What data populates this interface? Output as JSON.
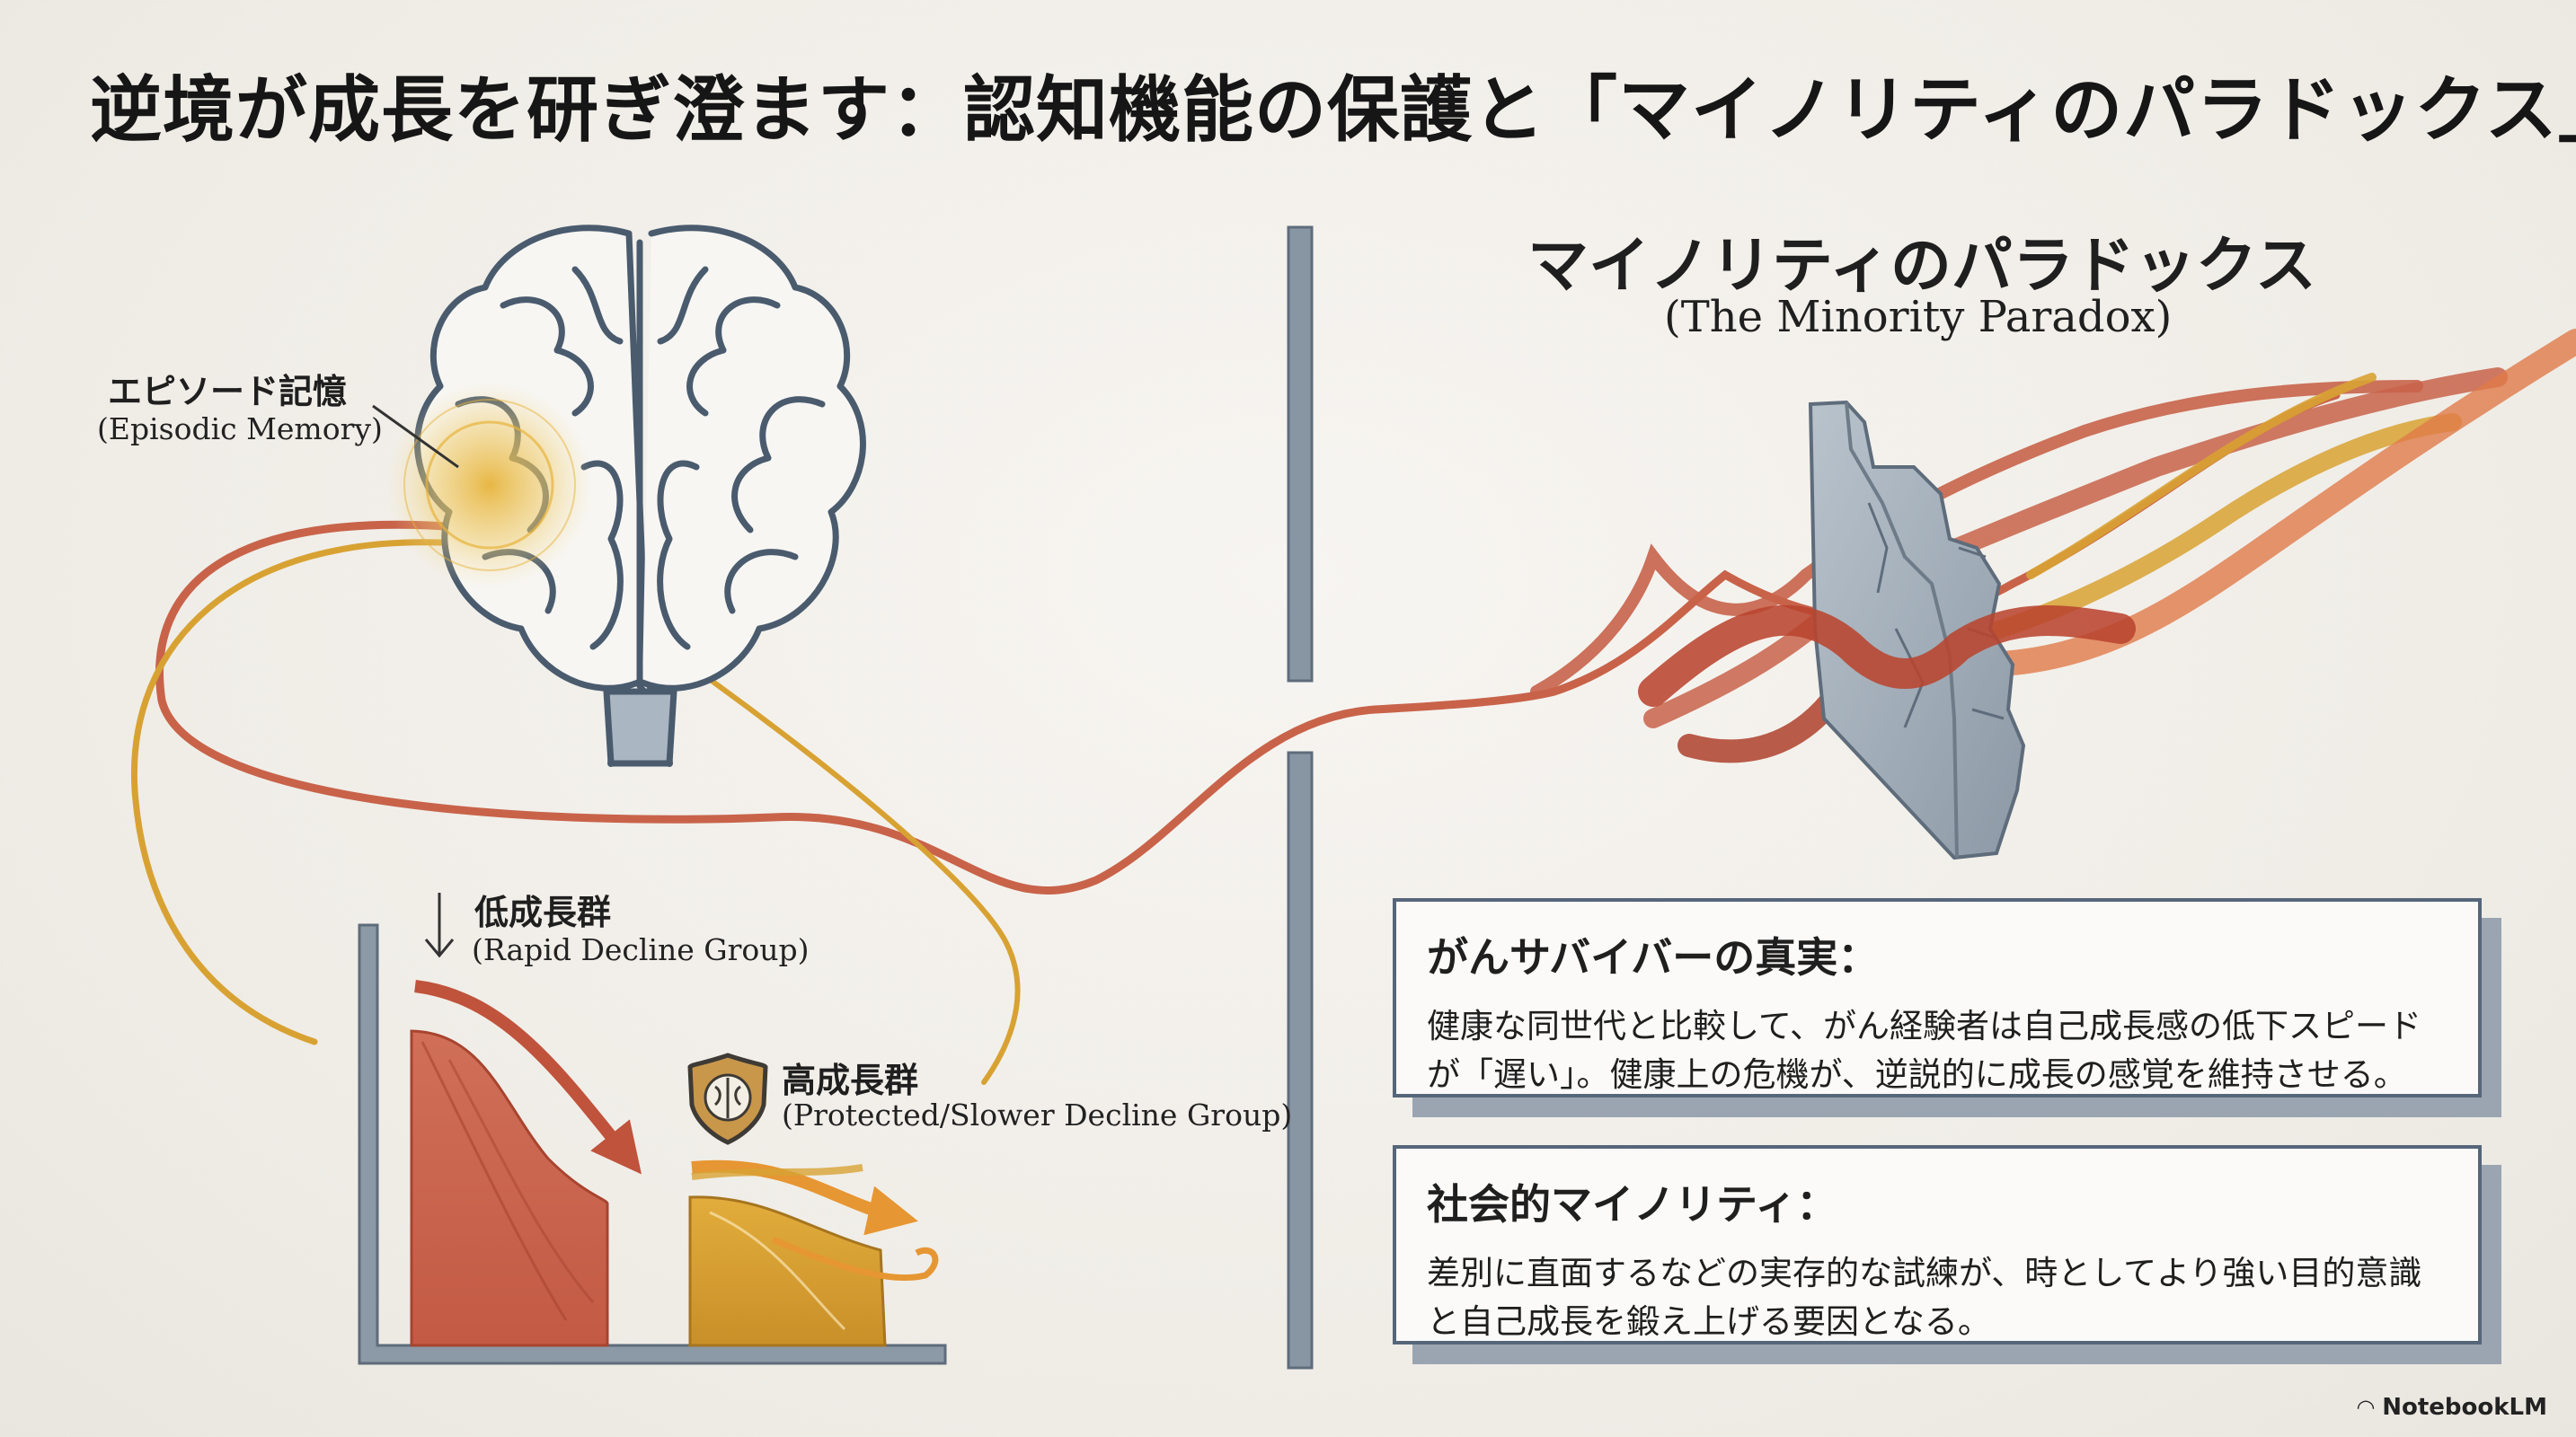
{
  "title": "逆境が成長を研ぎ澄ます：認知機能の保護と「マイノリティのパラドックス」",
  "left": {
    "brain_label_jp": "エピソード記憶",
    "brain_label_en": "(Episodic Memory)",
    "low_group_jp": "低成長群",
    "low_group_en": "(Rapid Decline Group)",
    "high_group_jp": "高成長群",
    "high_group_en": "(Protected/Slower Decline Group)"
  },
  "right": {
    "title_jp": "マイノリティのパラドックス",
    "title_en": "(The Minority Paradox)",
    "cards": [
      {
        "title": "がんサバイバーの真実：",
        "line1": "健康な同世代と比較して、がん経験者は自己成長感の低下スピード",
        "line2": "が「遅い」。健康上の危機が、逆説的に成長の感覚を維持させる。"
      },
      {
        "title": "社会的マイノリティ：",
        "line1": "差別に直面するなどの実存的な試練が、時としてより強い目的意識",
        "line2": "と自己成長を鍛え上げる要因となる。"
      }
    ]
  },
  "footer": {
    "brand": "NotebookLM"
  },
  "colors": {
    "red": "#c8634a",
    "gold": "#d8a233",
    "slate": "#6b7786",
    "navy": "#3e5066"
  },
  "icons": [
    "brain-icon",
    "shield-brain-icon",
    "down-arrow-icon",
    "stone-wall-icon"
  ]
}
